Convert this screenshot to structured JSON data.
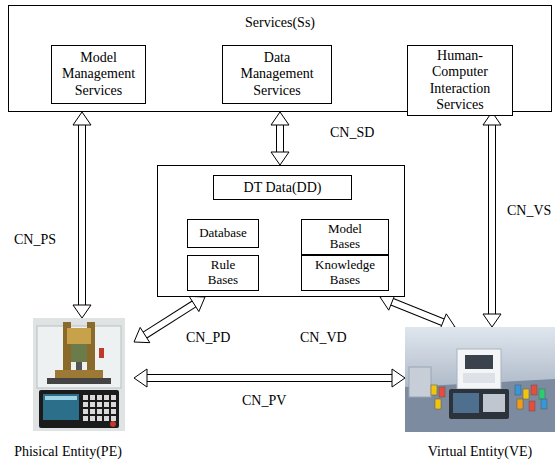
{
  "diagram": {
    "nodes": [
      {
        "text": [
          "Services(Ss)"
        ]
      },
      {
        "text": [
          "Model Management Services"
        ],
        "in": 0
      },
      {
        "text": [
          "Data Management Services"
        ],
        "in": 0
      },
      {
        "text": [
          "Human-Computer Interaction Services"
        ],
        "in": 0
      },
      {
        "text": [
          "DT Data(DD)"
        ]
      },
      {
        "text": [
          "Database"
        ],
        "in": 4
      },
      {
        "text": [
          "Model Bases"
        ],
        "in": 4
      },
      {
        "text": [
          "Rule Bases"
        ],
        "in": 4
      },
      {
        "text": [
          "Knowledge Bases"
        ],
        "in": 4
      },
      {
        "text": [
          "Phisical Entity(PE)"
        ]
      },
      {
        "text": [
          "Virtual Entity(VE)"
        ]
      }
    ],
    "edges": [
      {
        "from": 0,
        "to": 9,
        "arrow": "both",
        "label": "CN_PS"
      },
      {
        "from": 0,
        "to": 4,
        "arrow": "both",
        "label": "CN_SD"
      },
      {
        "from": 0,
        "to": 10,
        "arrow": "both",
        "label": "CN_VS"
      },
      {
        "from": 9,
        "to": 4,
        "arrow": "both",
        "label": "CN_PD"
      },
      {
        "from": 10,
        "to": 4,
        "arrow": "both",
        "label": "CN_VD"
      },
      {
        "from": 9,
        "to": 10,
        "arrow": "both",
        "label": "CN_PV"
      }
    ]
  }
}
